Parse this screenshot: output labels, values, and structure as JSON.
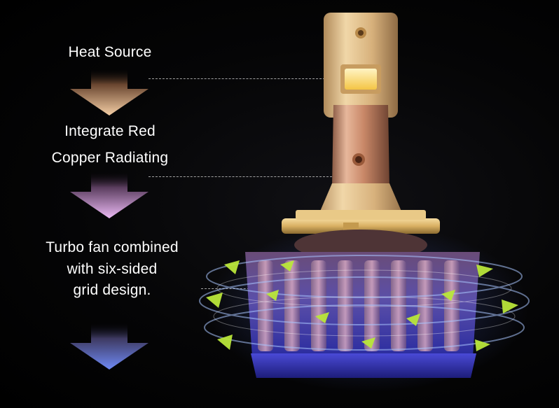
{
  "labels": {
    "heat_source": "Heat Source",
    "copper_line1": "Integrate Red",
    "copper_line2": "Copper Radiating",
    "turbo_line1": "Turbo fan combined",
    "turbo_line2": "with six-sided",
    "turbo_line3": "grid design."
  },
  "colors": {
    "background": "#000000",
    "text": "#ffffff",
    "arrow_heat_top": "#5a3a26",
    "arrow_heat_bottom": "#f3c9a0",
    "arrow_copper_top": "#3a2a3a",
    "arrow_copper_bottom": "#e7b6f0",
    "arrow_turbo_top": "#2a2440",
    "arrow_turbo_bottom": "#6f86f0",
    "copper_body": "#d79a7c",
    "gold_flange": "#e2c277",
    "led_chip": "#ffe082",
    "airflow_arrow": "#b9e63a",
    "fan_glow": "#5a78ff"
  },
  "icons": {
    "flow_arrow": "down-arrow-icon",
    "airflow": "airflow-arrow-icon"
  }
}
